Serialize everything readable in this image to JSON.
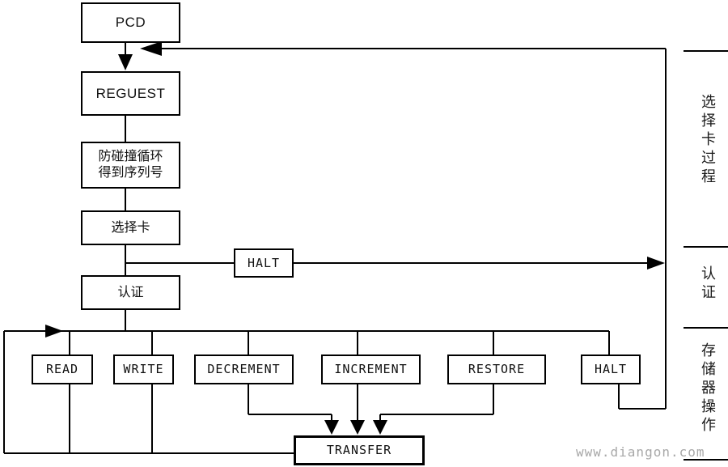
{
  "diagram": {
    "nodes": {
      "pcd": "PCD",
      "request": "REGUEST",
      "anticollision_line1": "防碰撞循环",
      "anticollision_line2": "得到序列号",
      "select_card": "选择卡",
      "halt_mid": "HALT",
      "authenticate": "认证",
      "read": "READ",
      "write": "WRITE",
      "decrement": "DECREMENT",
      "increment": "INCREMENT",
      "restore": "RESTORE",
      "halt_bottom": "HALT",
      "transfer": "TRANSFER"
    },
    "section_labels": {
      "select_process": "选择卡过程",
      "authentication": "认证",
      "memory_operation": "存储器操作"
    },
    "watermark": "www.diangon.com",
    "colors": {
      "line": "#000000",
      "watermark": "#a8a8a8",
      "background": "#ffffff"
    }
  }
}
